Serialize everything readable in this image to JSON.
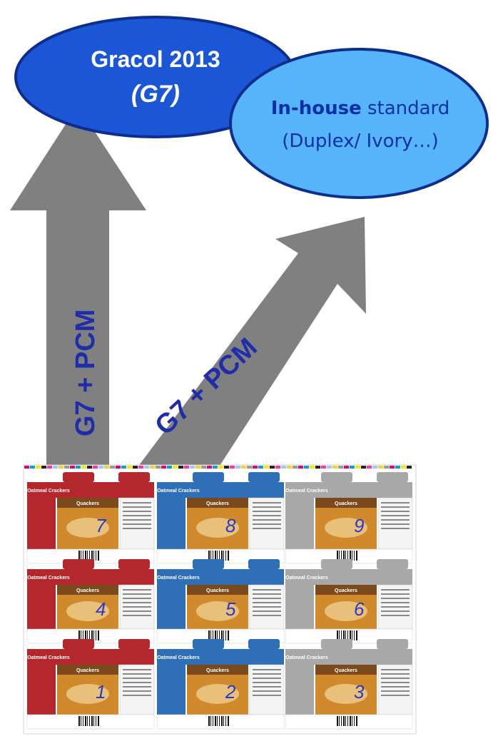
{
  "diagram": {
    "gracol": {
      "title": "Gracol 2013",
      "subtitle": "(G7)",
      "fill": "#1a56d6",
      "stroke": "#0c2f8f"
    },
    "inhouse": {
      "bold_word": "In-house",
      "rest": " standard",
      "line2": "(Duplex/ Ivory…)",
      "fill": "#56b4f8",
      "stroke": "#0c2f8f"
    },
    "arrows": {
      "vertical_label": "G7 + PCM",
      "diagonal_label": "G7 + PCM",
      "color": "#808080"
    },
    "press_sheet": {
      "brand": "Quackers",
      "product": "Oatmeal Crackers",
      "lane_colors": [
        "#b3272d",
        "#2e6fb8",
        "#a8a8a8"
      ],
      "tile_numbers": [
        "7",
        "8",
        "9",
        "4",
        "5",
        "6",
        "1",
        "2",
        "3"
      ]
    }
  }
}
